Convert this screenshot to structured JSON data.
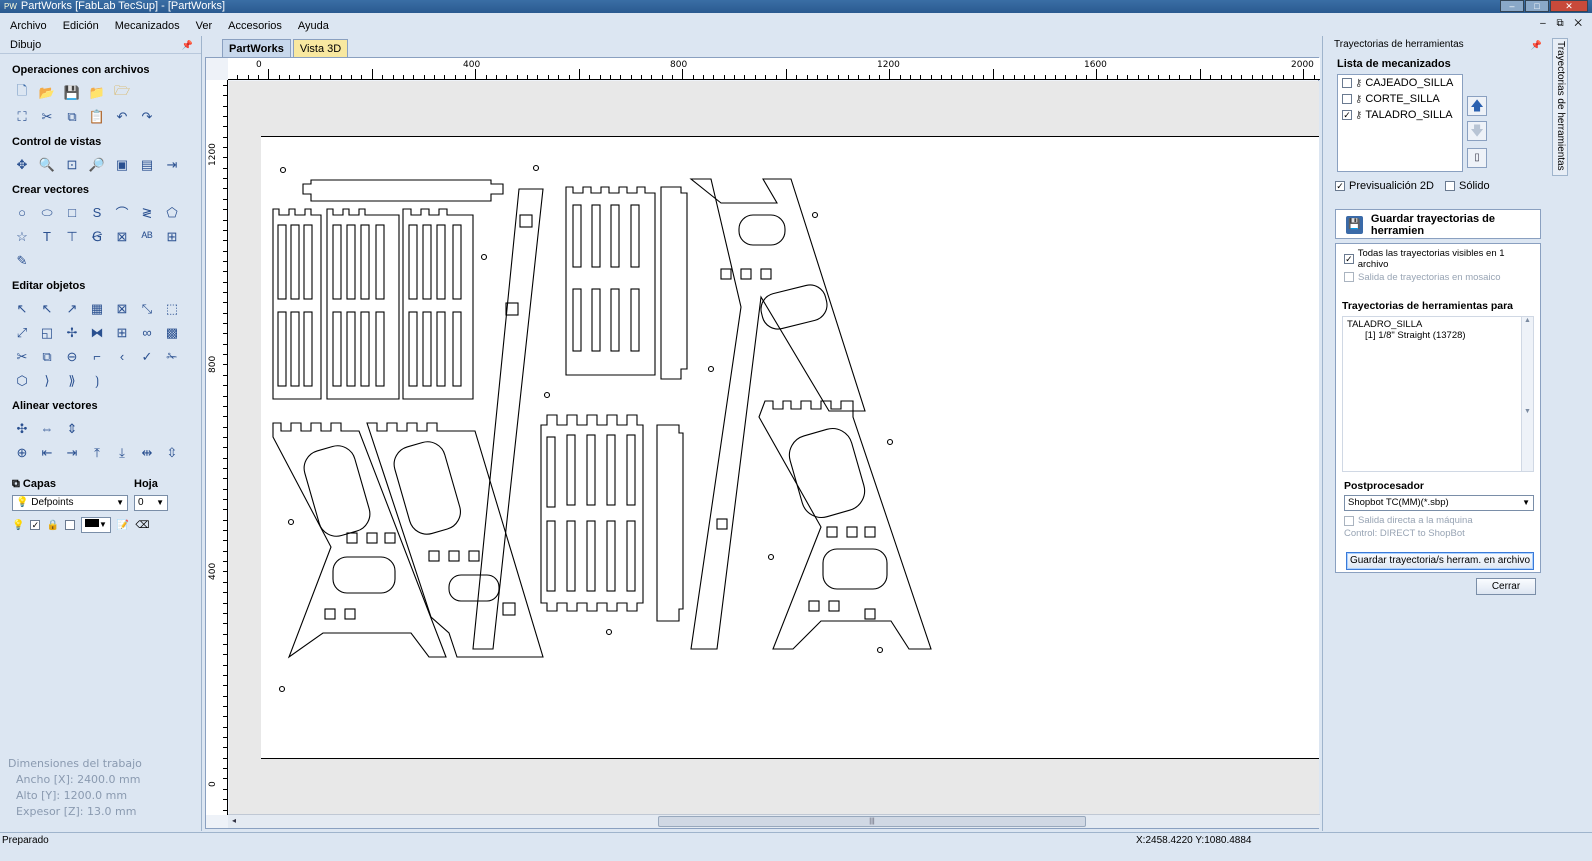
{
  "window": {
    "title": "PartWorks [FabLab TecSup] - [PartWorks]",
    "app_icon": "PW"
  },
  "menu": [
    "Archivo",
    "Edición",
    "Mecanizados",
    "Ver",
    "Accesorios",
    "Ayuda"
  ],
  "left_panel": {
    "title": "Dibujo",
    "sections": {
      "files": "Operaciones con archivos",
      "views": "Control de vistas",
      "create": "Crear vectores",
      "edit": "Editar objetos",
      "align": "Alinear vectores"
    },
    "layers": {
      "label": "Capas",
      "sheet_label": "Hoja",
      "layer_value": "Defpoints",
      "sheet_value": "0"
    },
    "dimensions": {
      "title": "Dimensiones del trabajo",
      "width": "Ancho   [X]: 2400.0 mm",
      "height": "Alto    [Y]: 1200.0 mm",
      "depth": "Expesor [Z]: 13.0 mm"
    }
  },
  "doc_tabs": [
    "PartWorks",
    "Vista 3D"
  ],
  "rulers": {
    "h_labels": [
      "0",
      "400",
      "800",
      "1200",
      "1600",
      "2000"
    ],
    "v_labels": [
      "1200",
      "800",
      "400",
      "0"
    ]
  },
  "right_panel": {
    "title": "Trayectorias de herramientas",
    "side_tab": "Trayectorias de herramientas",
    "list_title": "Lista de mecanizados",
    "machining": [
      {
        "name": "CAJEADO_SILLA",
        "checked": false
      },
      {
        "name": "CORTE_SILLA",
        "checked": false
      },
      {
        "name": "TALADRO_SILLA",
        "checked": true
      }
    ],
    "preview_2d": "Previsualición 2D",
    "solid": "Sólido",
    "save_title": "Guardar trayectorias de herramien",
    "all_visible": "Todas las trayectorias visibles en 1 archivo",
    "tiling": "Salida de trayectorias en mosaico",
    "paths_for": "Trayectorias de herramientas para",
    "path_name": "TALADRO_SILLA",
    "path_tool": "[1] 1/8\" Straight (13728)",
    "post_title": "Postprocesador",
    "post_value": "Shopbot TC(MM)(*.sbp)",
    "direct_output": "Salida directa a la máquina",
    "control": "Control: DIRECT to ShopBot",
    "save_button": "Guardar trayectoria/s herram. en archivo",
    "close_button": "Cerrar"
  },
  "status": {
    "text": "Preparado",
    "coords": "X:2458.4220 Y:1080.4884"
  }
}
